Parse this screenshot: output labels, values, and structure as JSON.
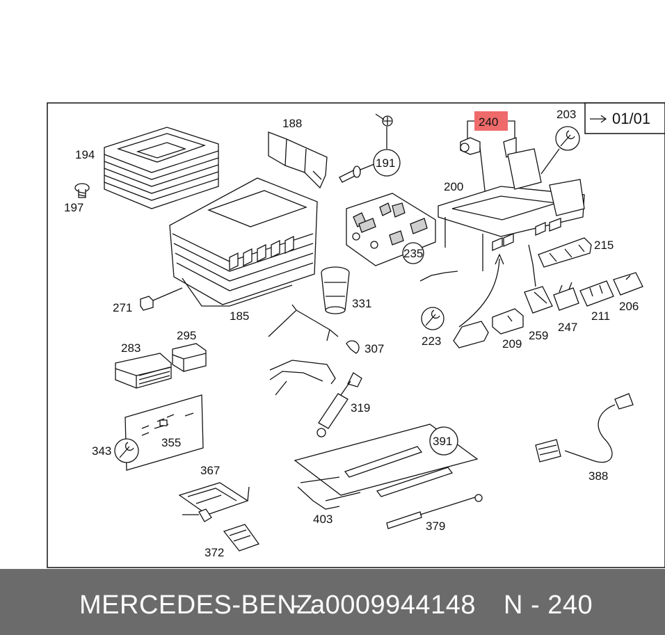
{
  "sheet": {
    "page_ref": "01/01"
  },
  "highlight": {
    "label": "240",
    "color": "#ef6a6a"
  },
  "labels": {
    "p194": "194",
    "p197": "197",
    "p188": "188",
    "p191": "191",
    "p240": "240",
    "p203": "203",
    "p200": "200",
    "p215": "215",
    "p235": "235",
    "p331": "331",
    "p271": "271",
    "p185": "185",
    "p307": "307",
    "p223": "223",
    "p209": "209",
    "p259": "259",
    "p247": "247",
    "p211": "211",
    "p206": "206",
    "p283": "283",
    "p295": "295",
    "p319": "319",
    "p343": "343",
    "p355": "355",
    "p391": "391",
    "p367": "367",
    "p403": "403",
    "p379": "379",
    "p388": "388",
    "p372": "372"
  },
  "footer": {
    "brand": "MERCEDES-BENZ",
    "separator": "-",
    "part_number": "a0009944148",
    "position_label": "N - 240"
  }
}
